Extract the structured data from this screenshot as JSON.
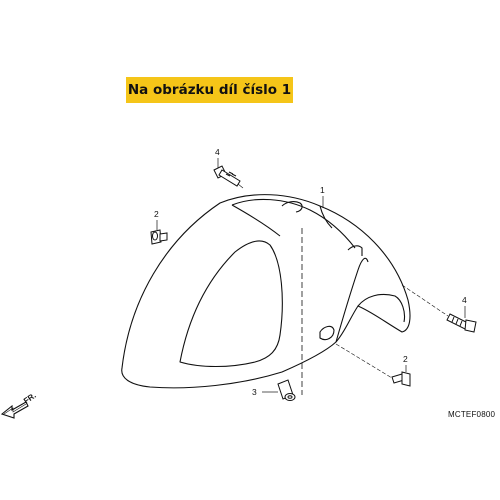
{
  "banner": {
    "text": "Na obrázku díl číslo 1",
    "color": "#f5c518"
  },
  "callouts": {
    "part_1": "1",
    "part_2_left": "2",
    "part_2_right": "2",
    "part_3": "3",
    "part_4_top": "4",
    "part_4_right": "4"
  },
  "direction": {
    "label": "FR.",
    "icon": "front-direction-arrow-icon"
  },
  "diagram_code": "MCTEF0800"
}
